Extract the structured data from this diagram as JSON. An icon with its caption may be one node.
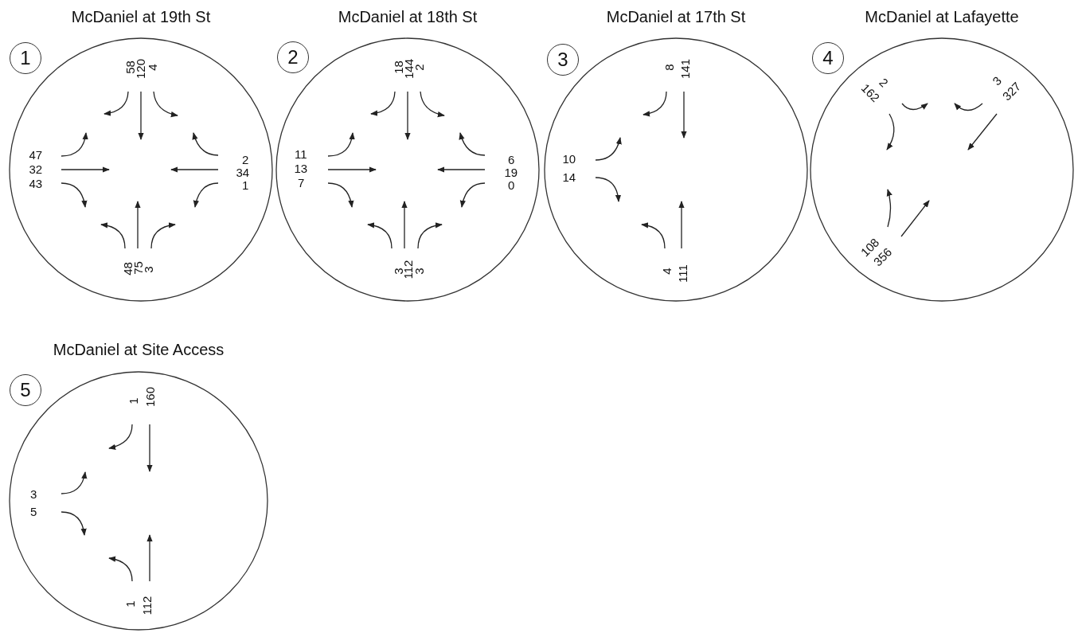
{
  "diagram": {
    "nodes": [
      {
        "text": [
          "McDaniel at 19th St"
        ]
      },
      {
        "text": [
          "1"
        ]
      },
      {
        "text": [
          "McDaniel at 18th St"
        ]
      },
      {
        "text": [
          "2"
        ]
      },
      {
        "text": [
          "McDaniel at 17th St"
        ]
      },
      {
        "text": [
          "3"
        ]
      },
      {
        "text": [
          "McDaniel at Lafayette"
        ]
      },
      {
        "text": [
          "4"
        ]
      },
      {
        "text": [
          "McDaniel at Site Access"
        ]
      },
      {
        "text": [
          "5"
        ]
      }
    ],
    "labels": [
      "58",
      "120",
      "4",
      "47",
      "32",
      "43",
      "2",
      "34",
      "1",
      "48",
      "75",
      "3",
      "18",
      "144",
      "2",
      "11",
      "13",
      "7",
      "6",
      "19",
      "0",
      "3",
      "112",
      "3",
      "8",
      "141",
      "10",
      "14",
      "4",
      "111",
      "2",
      "162",
      "3",
      "327",
      "108",
      "356",
      "1",
      "160",
      "3",
      "5",
      "1",
      "112"
    ]
  }
}
